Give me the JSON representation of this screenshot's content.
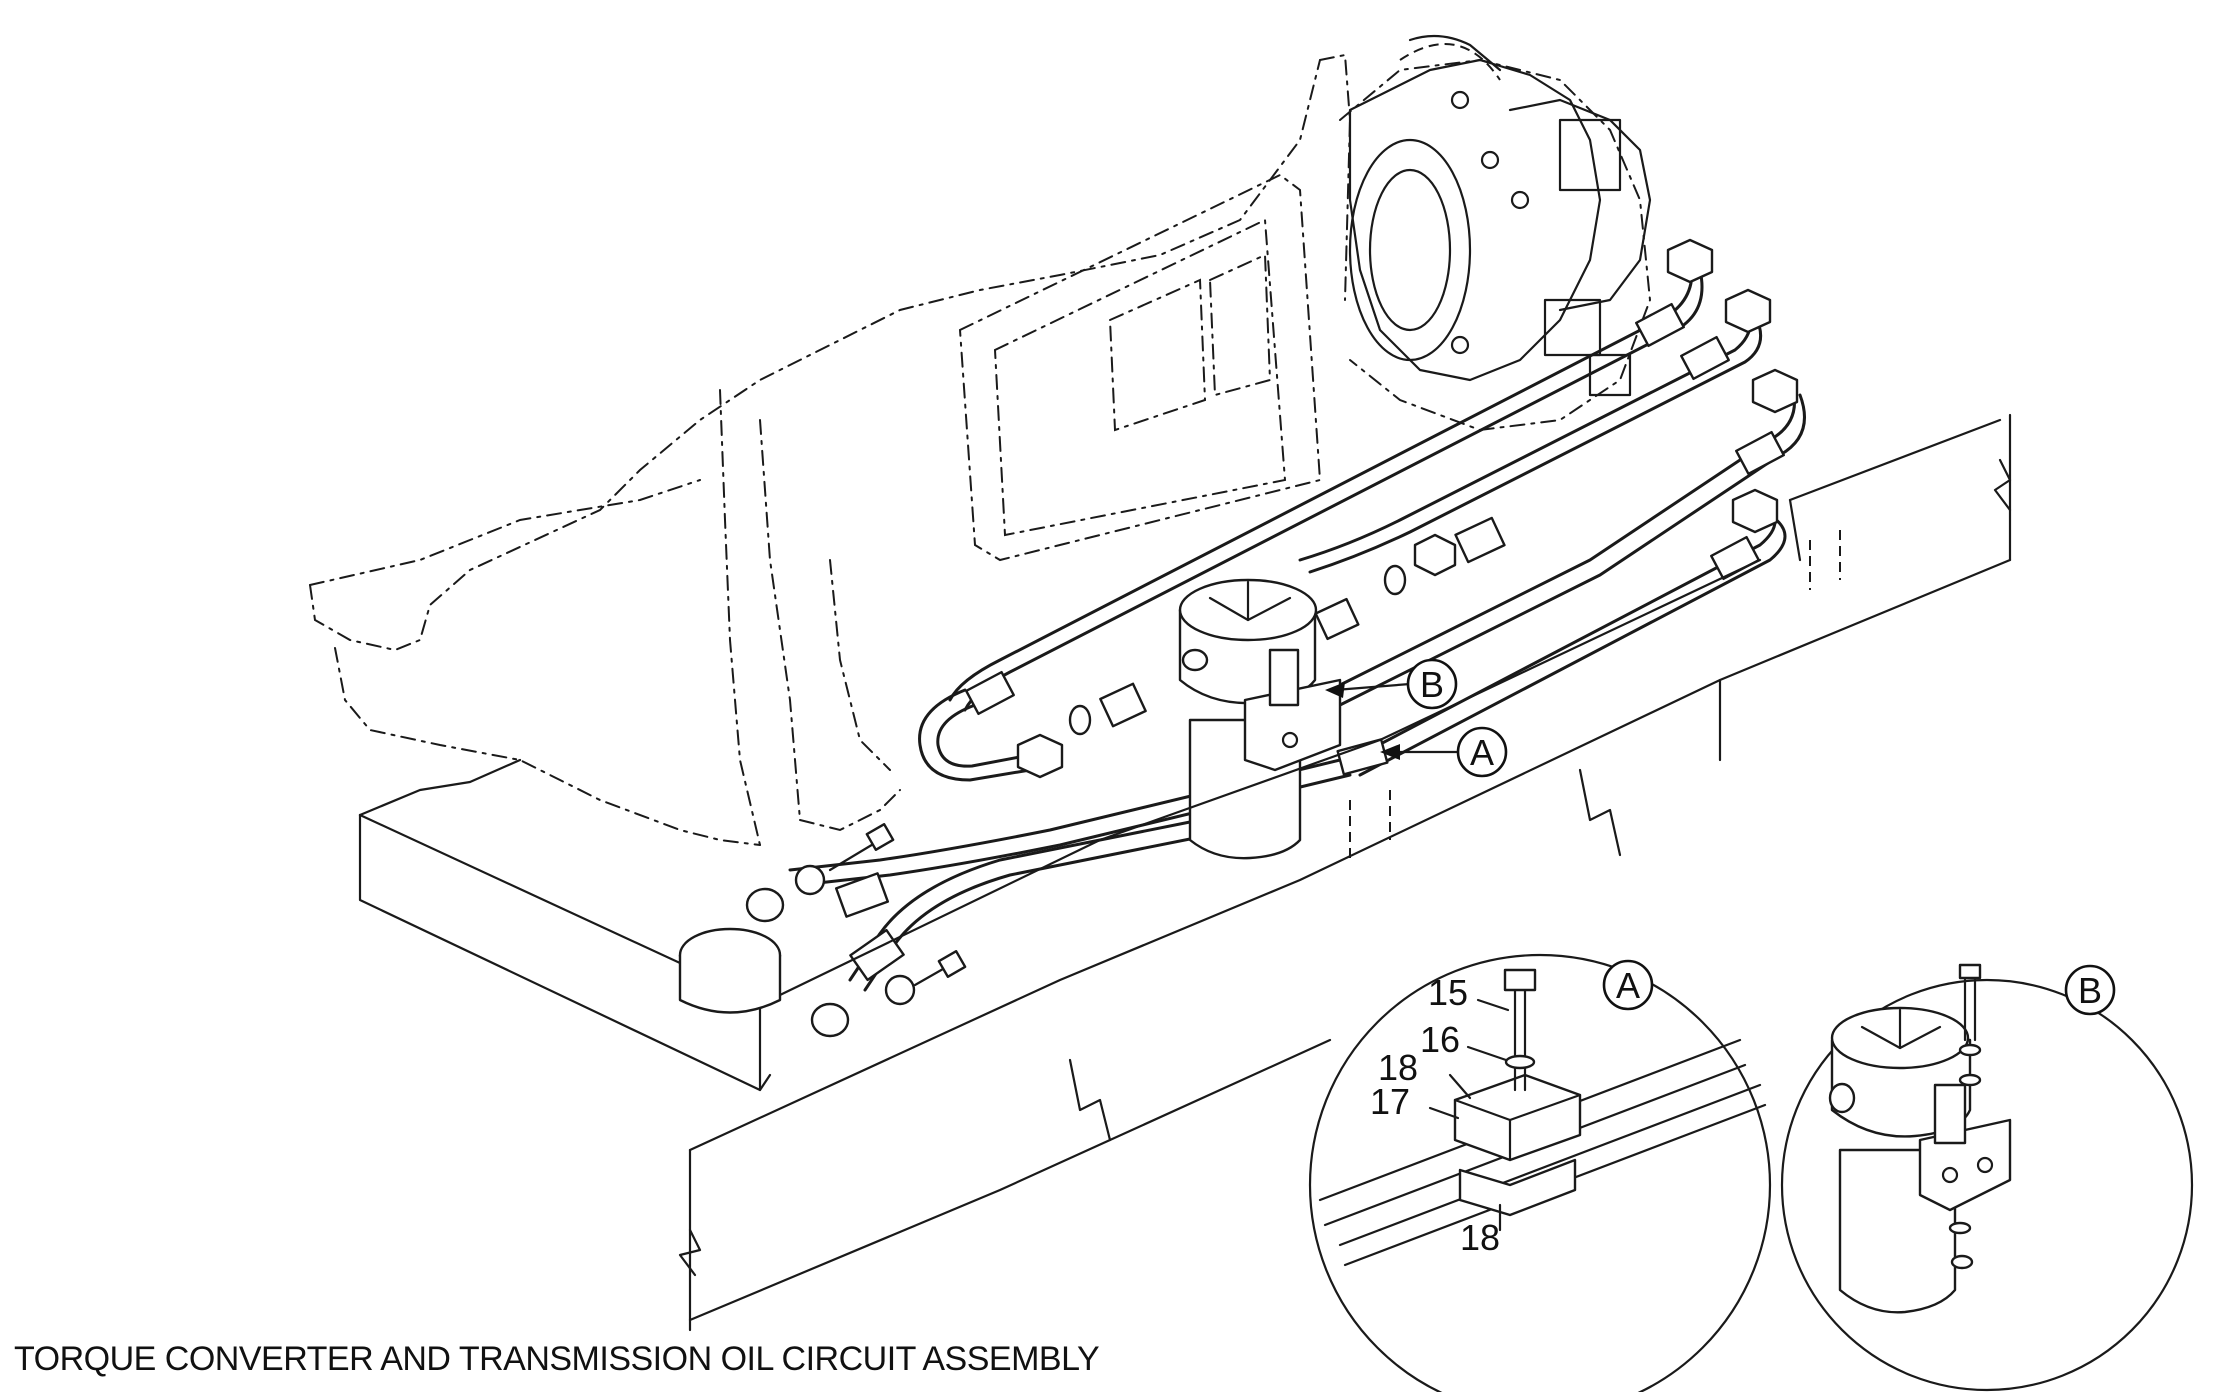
{
  "title": "TORQUE CONVERTER AND TRANSMISSION OIL CIRCUIT ASSEMBLY",
  "callouts": {
    "a": "A",
    "b": "B"
  },
  "detail_a": {
    "letter": "A",
    "parts": [
      "15",
      "16",
      "18",
      "17",
      "18"
    ]
  },
  "detail_b": {
    "letter": "B"
  }
}
